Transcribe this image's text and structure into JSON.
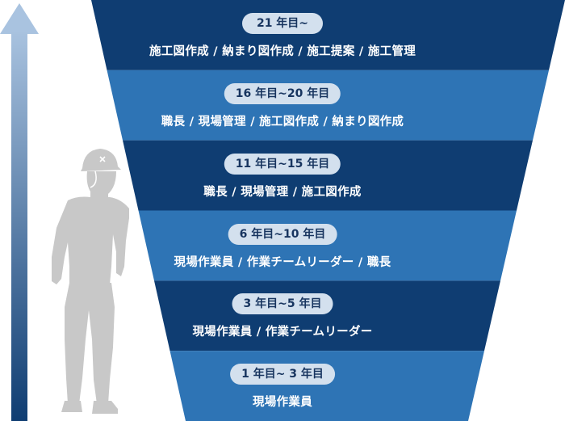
{
  "colors": {
    "tier_dark": "#0f3d72",
    "tier_light": "#2e74b5",
    "badge_bg": "#d3e0ee",
    "badge_text": "#17345f",
    "arrow_top": "#a8c2df",
    "arrow_bottom": "#0f3d72",
    "silhouette": "#c8c8c8"
  },
  "tiers": [
    {
      "years": "21 年目~",
      "roles": "施工図作成 / 納まり図作成 / 施工提案 / 施工管理"
    },
    {
      "years": "16 年目~20 年目",
      "roles": "職長 / 現場管理 / 施工図作成 / 納まり図作成"
    },
    {
      "years": "11 年目~15 年目",
      "roles": "職長 / 現場管理 / 施工図作成"
    },
    {
      "years": "6 年目~10 年目",
      "roles": "現場作業員 / 作業チームリーダー / 職長"
    },
    {
      "years": "3 年目~5 年目",
      "roles": "現場作業員 / 作業チームリーダー"
    },
    {
      "years": "1 年目~ 3 年目",
      "roles": "現場作業員"
    }
  ],
  "icons": {
    "arrow": "up-arrow-icon",
    "figure": "worker-silhouette-icon"
  }
}
